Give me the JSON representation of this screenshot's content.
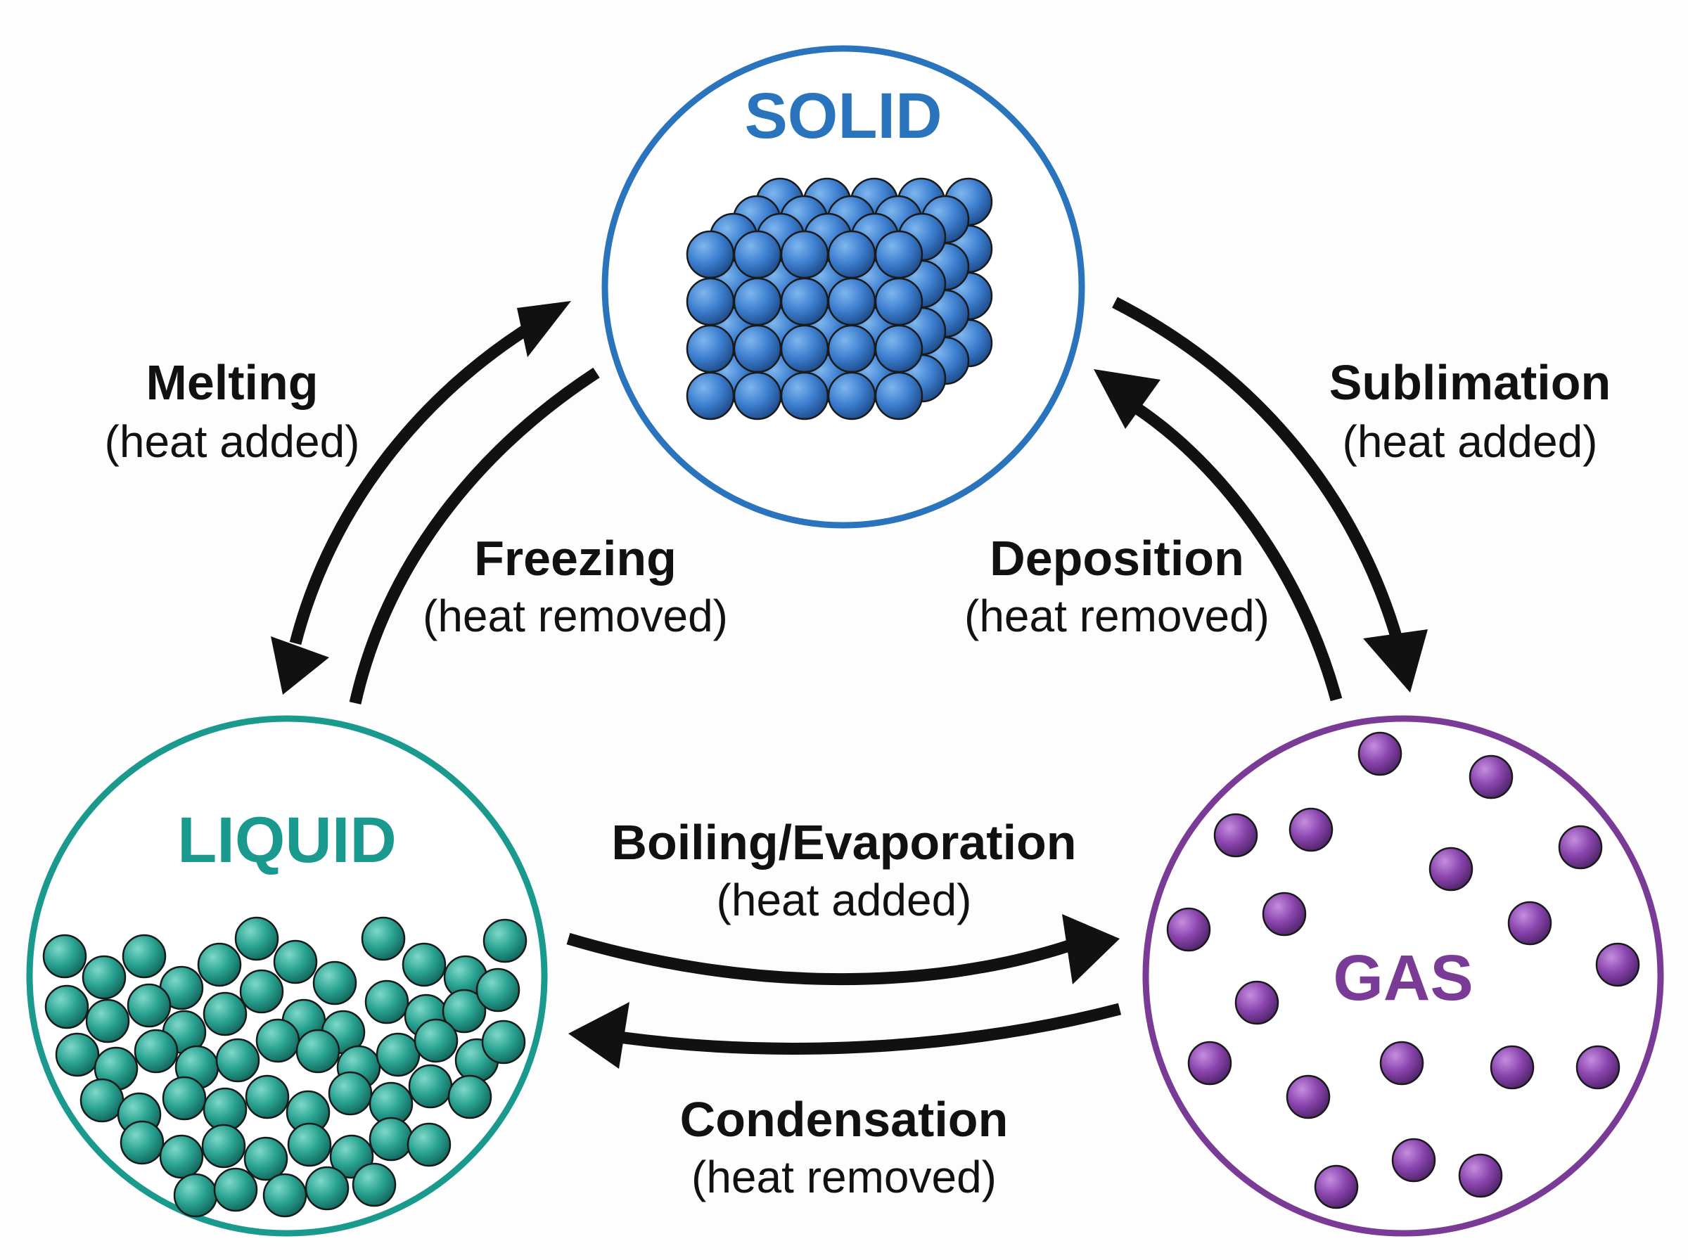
{
  "colors": {
    "solid": "#2a73bd",
    "solid_particle": "#3d7fd0",
    "liquid": "#1a9a8e",
    "liquid_particle": "#2aa392",
    "gas": "#7a3b97",
    "gas_particle": "#8a44ad",
    "arrow": "#111111",
    "text": "#111111"
  },
  "states": {
    "solid": {
      "label": "SOLID"
    },
    "liquid": {
      "label": "LIQUID"
    },
    "gas": {
      "label": "GAS"
    }
  },
  "processes": {
    "melting": {
      "name": "Melting",
      "note": "(heat added)"
    },
    "freezing": {
      "name": "Freezing",
      "note": "(heat removed)"
    },
    "sublimation": {
      "name": "Sublimation",
      "note": "(heat added)"
    },
    "deposition": {
      "name": "Deposition",
      "note": "(heat removed)"
    },
    "boiling": {
      "name": "Boiling/Evaporation",
      "note": "(heat added)"
    },
    "condensation": {
      "name": "Condensation",
      "note": "(heat removed)"
    }
  }
}
